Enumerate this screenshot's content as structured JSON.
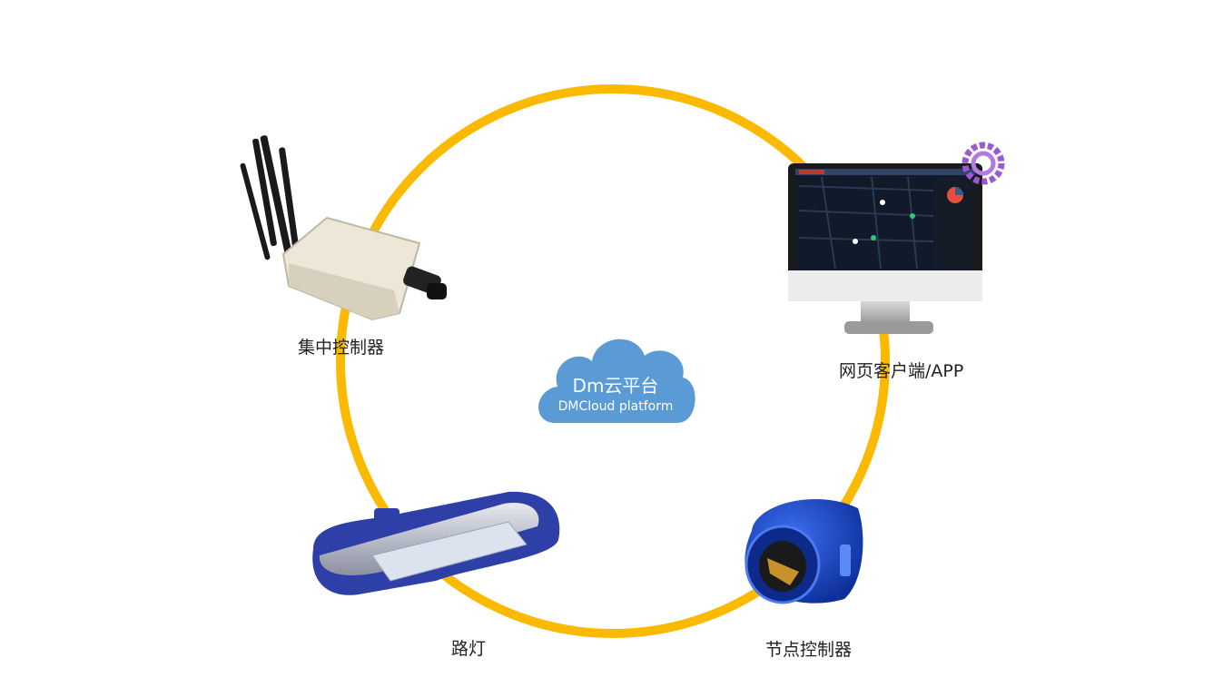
{
  "cloud": {
    "title": "Dm云平台",
    "subtitle": "DMCloud platform"
  },
  "nodes": {
    "gateway": {
      "label": "集中控制器",
      "icon": "gateway-router-icon"
    },
    "web_client": {
      "label": "网页客户端/APP",
      "icon": "monitor-icon"
    },
    "street_lamp": {
      "label": "路灯",
      "icon": "street-lamp-icon"
    },
    "node_controller": {
      "label": "节点控制器",
      "icon": "node-controller-icon"
    }
  },
  "colors": {
    "ring": "#FBB900",
    "cloud": "#5B9BD5",
    "lamp_blue": "#2F3FA8",
    "node_blue": "#1A47C8",
    "gear": "#9B59D0"
  }
}
